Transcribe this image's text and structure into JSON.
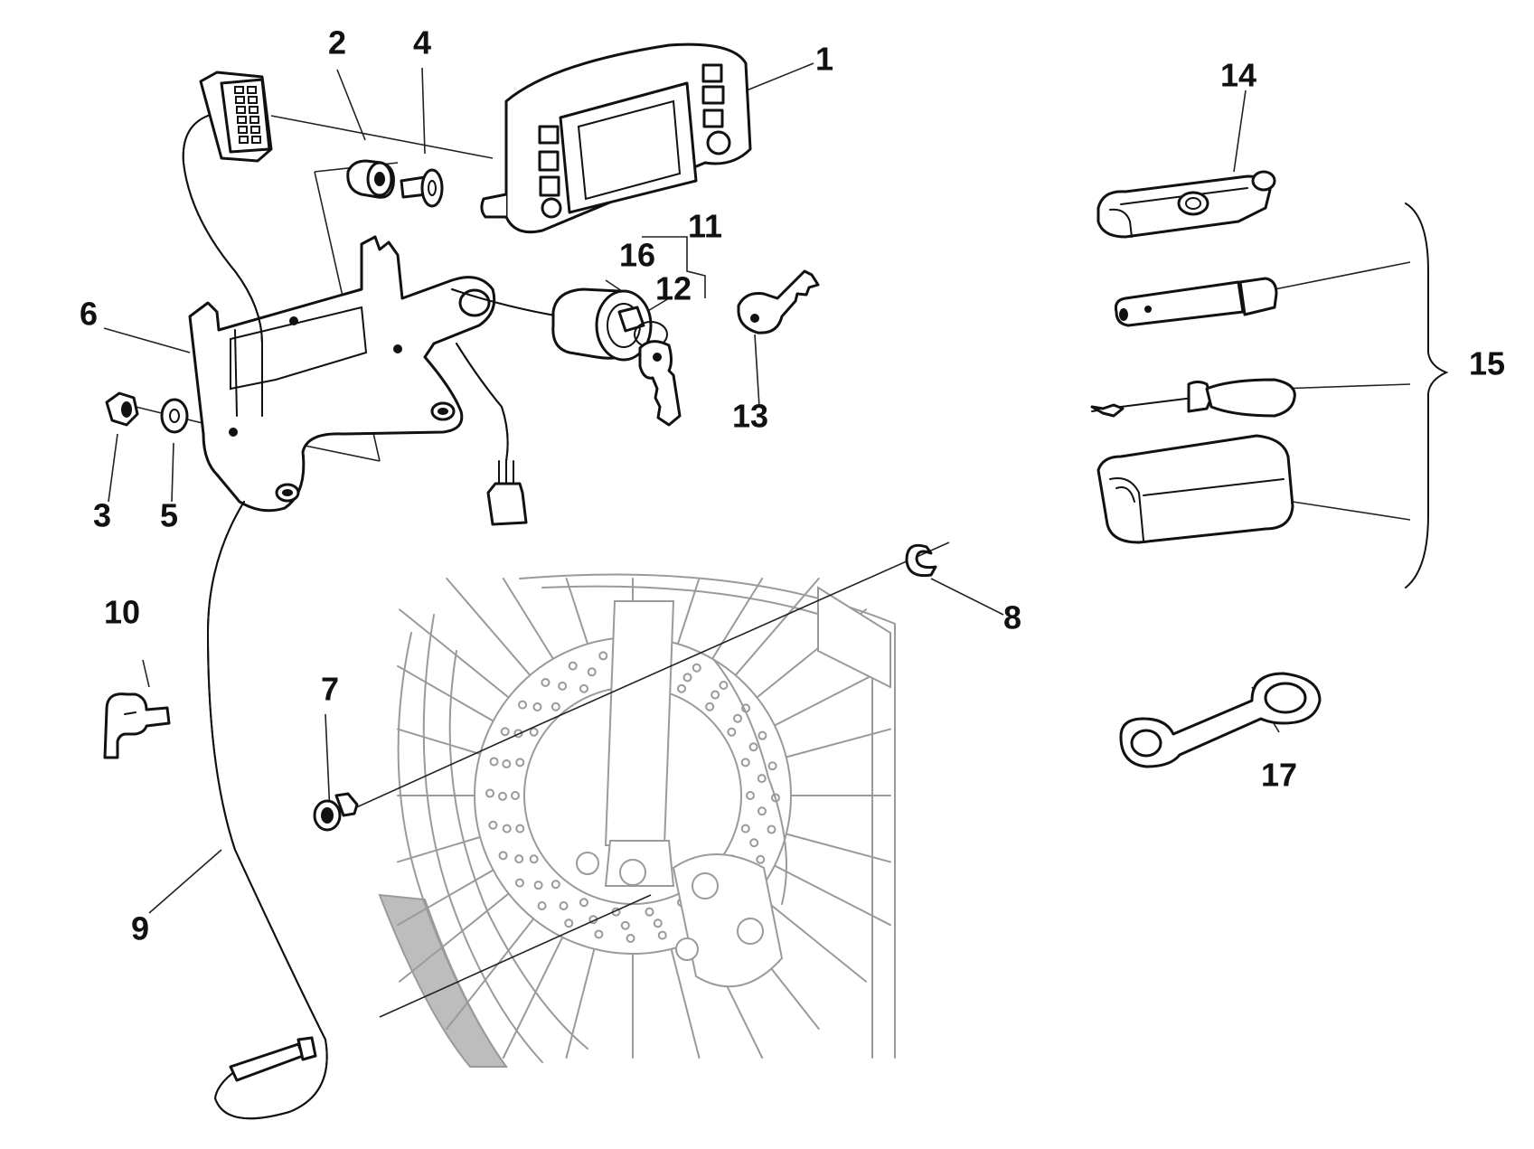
{
  "callouts": [
    {
      "id": "1",
      "text": "1"
    },
    {
      "id": "2",
      "text": "2"
    },
    {
      "id": "3",
      "text": "3"
    },
    {
      "id": "4",
      "text": "4"
    },
    {
      "id": "5",
      "text": "5"
    },
    {
      "id": "6",
      "text": "6"
    },
    {
      "id": "7",
      "text": "7"
    },
    {
      "id": "8",
      "text": "8"
    },
    {
      "id": "9",
      "text": "9"
    },
    {
      "id": "10",
      "text": "10"
    },
    {
      "id": "11",
      "text": "11"
    },
    {
      "id": "12",
      "text": "12"
    },
    {
      "id": "13",
      "text": "13"
    },
    {
      "id": "14",
      "text": "14"
    },
    {
      "id": "15",
      "text": "15"
    },
    {
      "id": "16",
      "text": "16"
    },
    {
      "id": "17",
      "text": "17"
    }
  ],
  "colors": {
    "line": "#111111",
    "ghost": "#9a9a9a",
    "background": "#ffffff"
  },
  "icons": [
    "instrument-cluster-icon",
    "spacer-icon",
    "nut-icon",
    "bushing-icon",
    "washer-icon",
    "bracket-icon",
    "screw-icon",
    "circlip-icon",
    "speedometer-cable-icon",
    "clip-icon",
    "ignition-switch-icon",
    "key-icon",
    "tool-bag-icon",
    "box-spanner-icon",
    "screwdriver-icon",
    "tool-pouch-icon",
    "pin-wrench-icon",
    "front-wheel-icon"
  ]
}
